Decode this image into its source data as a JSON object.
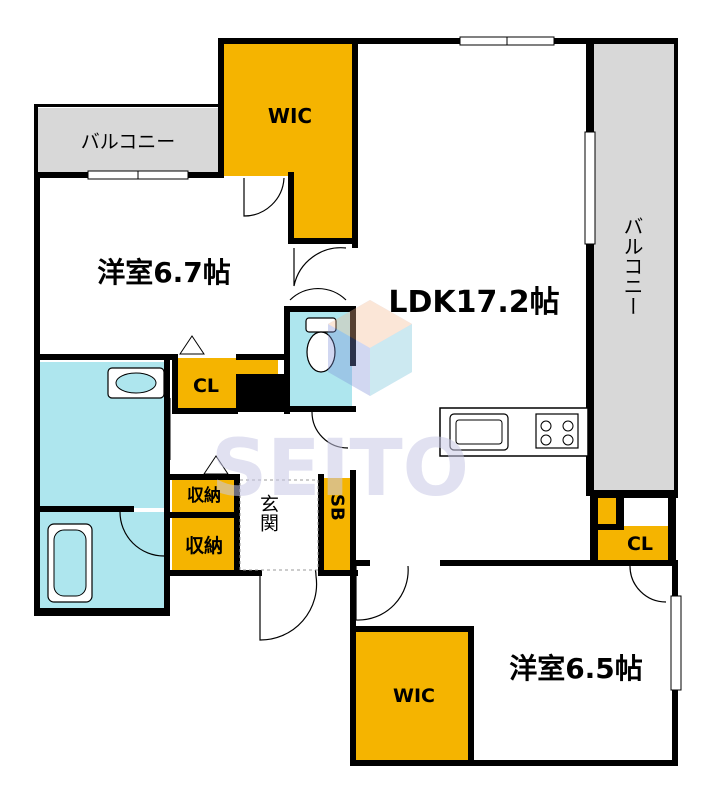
{
  "rooms": {
    "wic_top": "WIC",
    "balcony_left": "バルコニー",
    "western_room_1": "洋室6.7帖",
    "ldk": "LDK17.2帖",
    "balcony_right": "バルコニー",
    "cl_left": "CL",
    "storage_upper": "収納",
    "storage_lower": "収納",
    "entrance": "玄関",
    "shoe_box": "SB",
    "cl_right": "CL",
    "western_room_2": "洋室6.5帖",
    "wic_bottom": "WIC"
  },
  "watermark": "SEITO",
  "colors": {
    "wall": "#000000",
    "closet": "#f5b400",
    "water_area": "#aee6ee",
    "balcony": "#d8d8d8",
    "floor": "#ffffff"
  }
}
